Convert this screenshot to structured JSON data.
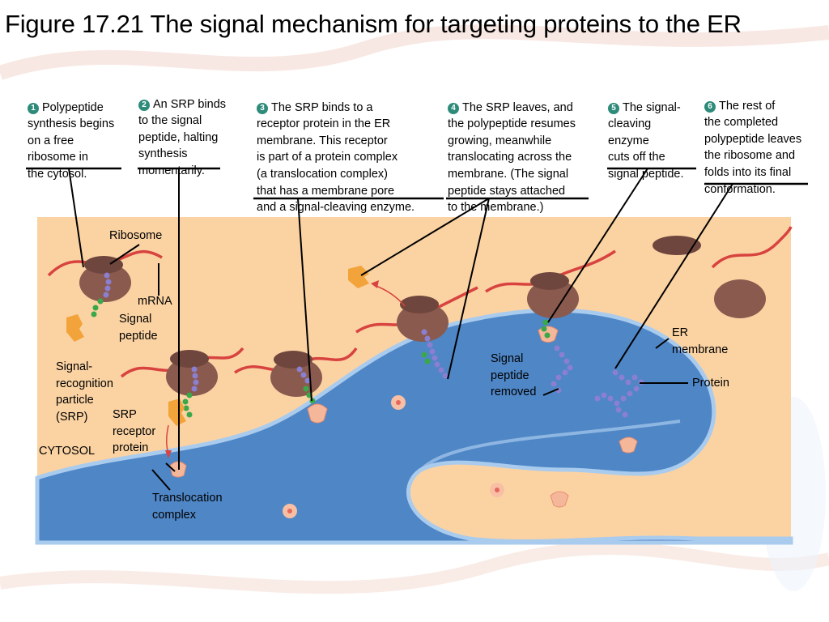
{
  "title": "Figure 17.21 The signal mechanism for targeting proteins to the ER",
  "steps": [
    {
      "num": "1",
      "text": "Polypeptide\nsynthesis begins\non a free\nribosome in\nthe cytosol."
    },
    {
      "num": "2",
      "text": "An SRP binds\nto the signal\npeptide, halting\nsynthesis\nmomentarily."
    },
    {
      "num": "3",
      "text": "The SRP binds to a\nreceptor protein in the ER\nmembrane. This receptor\nis part of a protein complex\n(a translocation complex)\nthat has a membrane pore\nand a signal-cleaving enzyme."
    },
    {
      "num": "4",
      "text": "The SRP leaves, and\nthe polypeptide resumes\ngrowing, meanwhile\ntranslocating across the\nmembrane. (The signal\npeptide stays attached\nto the membrane.)"
    },
    {
      "num": "5",
      "text": "The signal-\ncleaving\nenzyme\ncuts off the\nsignal peptide."
    },
    {
      "num": "6",
      "text": "The rest of\nthe completed\npolypeptide leaves\nthe ribosome and\nfolds into its final\nconformation."
    }
  ],
  "labels": {
    "ribosome": "Ribosome",
    "mrna": "mRNA",
    "signal_peptide": "Signal\npeptide",
    "srp": "Signal-\nrecognition\nparticle\n(SRP)",
    "srp_receptor": "SRP\nreceptor\nprotein",
    "cytosol": "CYTOSOL",
    "translocation_complex": "Translocation\ncomplex",
    "signal_peptide_removed": "Signal\npeptide\nremoved",
    "er_membrane": "ER\nmembrane",
    "protein": "Protein"
  },
  "colors": {
    "step_number_badge": "#2e8b7a",
    "cytosol": "#fbd3a3",
    "er_lumen": "#4f86c6",
    "ribosome": "#8a5a4f",
    "srp": "#f2a33a",
    "polypeptide": "#8a7fd0",
    "signal_peptide": "#3aa84a",
    "mrna": "#d8433f",
    "receptor": "#f5c2a0"
  }
}
